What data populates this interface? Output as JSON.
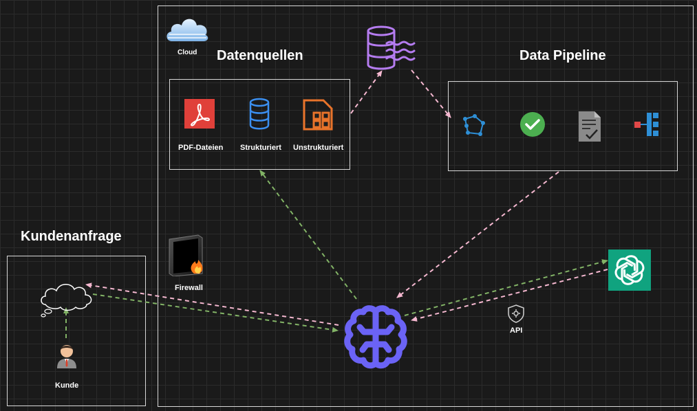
{
  "cloud": {
    "label": "Cloud"
  },
  "datenquellen": {
    "title": "Datenquellen",
    "items": [
      {
        "label": "PDF-Dateien",
        "icon": "pdf-icon"
      },
      {
        "label": "Strukturiert",
        "icon": "database-icon"
      },
      {
        "label": "Unstrukturiert",
        "icon": "unstructured-icon"
      }
    ]
  },
  "pipeline": {
    "title": "Data Pipeline",
    "icons": [
      "graph-icon",
      "check-circle-icon",
      "document-check-icon",
      "hierarchy-icon"
    ]
  },
  "kundenanfrage": {
    "title": "Kundenanfrage"
  },
  "kunde": {
    "label": "Kunde"
  },
  "firewall": {
    "label": "Firewall"
  },
  "api": {
    "label": "API"
  },
  "colors": {
    "green_arrow": "#82b366",
    "pink_arrow": "#f5b8d0",
    "brain": "#6b63f5",
    "openai": "#10a37f",
    "lake": "#b57cf0"
  }
}
